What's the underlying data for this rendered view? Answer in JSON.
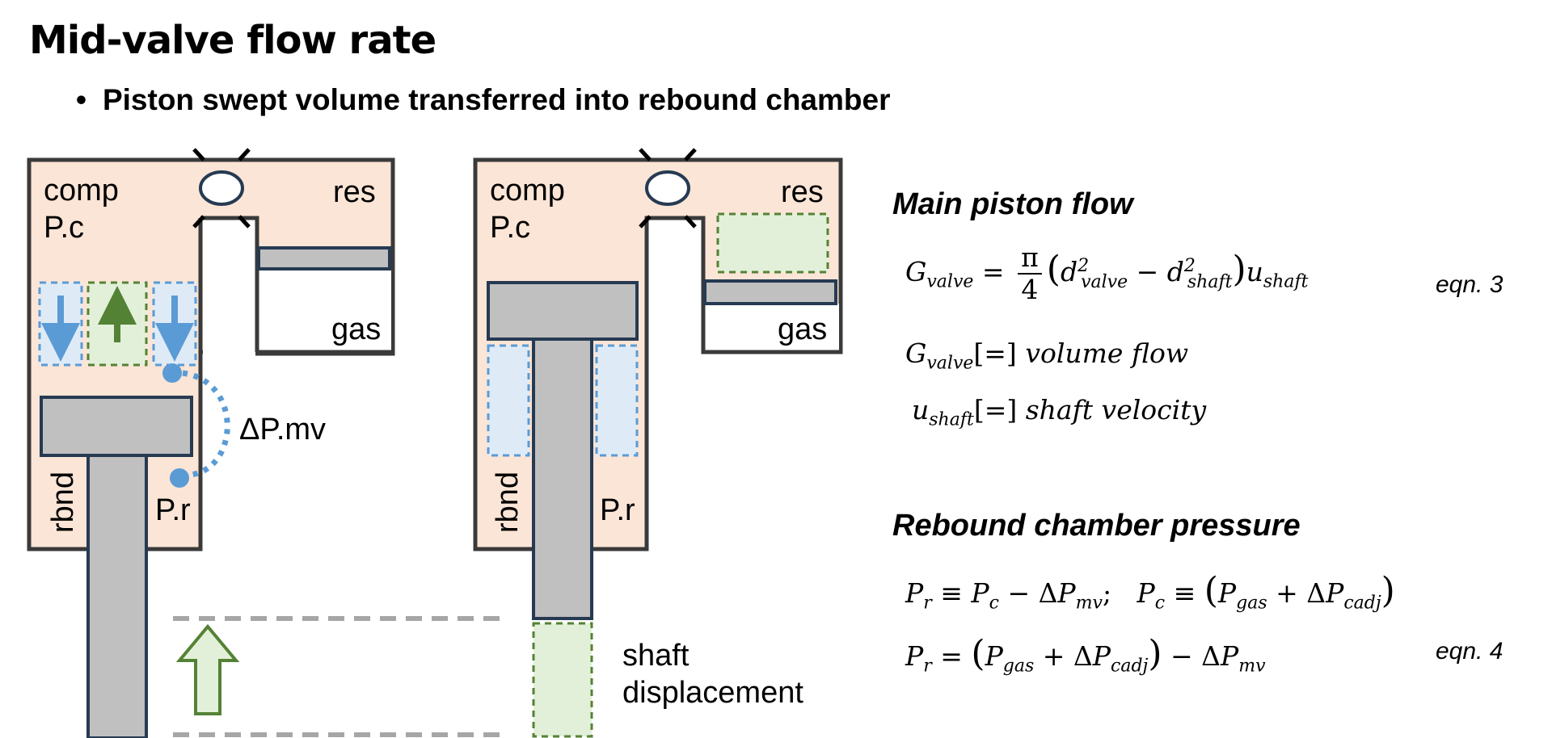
{
  "title": "Mid-valve flow rate",
  "bullet": "Piston swept volume transferred into rebound chamber",
  "left_diagram": {
    "comp_label": "comp",
    "pc_label": "P.c",
    "res_label": "res",
    "gas_label": "gas",
    "rbnd_label": "rbnd",
    "pr_label": "P.r",
    "dp_label": "ΔP.mv"
  },
  "right_diagram": {
    "comp_label": "comp",
    "pc_label": "P.c",
    "res_label": "res",
    "gas_label": "gas",
    "rbnd_label": "rbnd",
    "pr_label": "P.r"
  },
  "shaft_label_line1": "shaft",
  "shaft_label_line2": "displacement",
  "section1_heading": "Main piston flow",
  "eqn3_label": "eqn. 3",
  "eq_gvalve_units_text": "volume flow",
  "eq_ushaft_units_text": "shaft velocity",
  "section2_heading": "Rebound chamber pressure",
  "eqn4_label": "eqn. 4",
  "colors": {
    "chamber_fill": "#fbe5d6",
    "outline": "#3a3a3a",
    "steel": "#c0c0c0",
    "steel_border": "#263a52",
    "blue_dash": "#5b9bd5",
    "blue_fill": "#deebf7",
    "green_dash": "#548235",
    "green_fill": "#e2f0d9",
    "grey_dash": "#a6a6a6"
  }
}
